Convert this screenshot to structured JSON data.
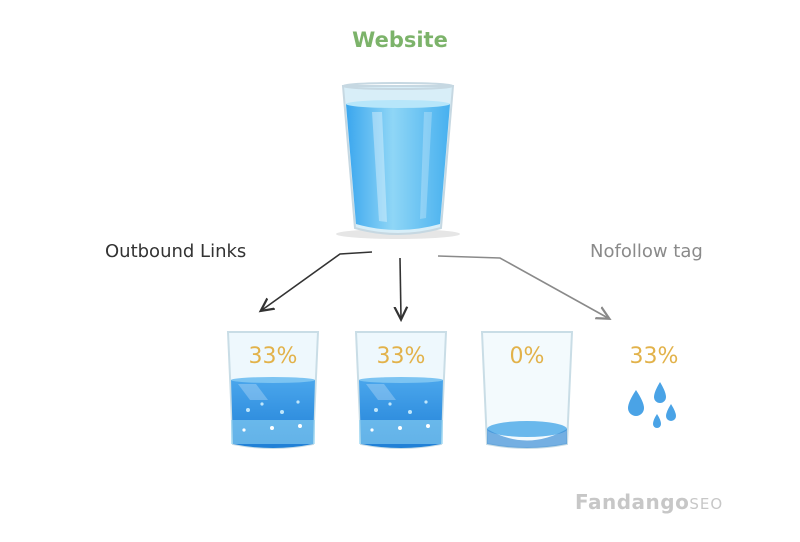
{
  "title": "Website",
  "labels": {
    "outbound": "Outbound Links",
    "nofollow": "Nofollow tag"
  },
  "glasses": [
    {
      "percent": "33%",
      "fill_fraction": 0.45
    },
    {
      "percent": "33%",
      "fill_fraction": 0.45
    },
    {
      "percent": "0%",
      "fill_fraction": 0.0
    },
    {
      "percent": "33%",
      "fill_fraction": 0
    }
  ],
  "brand": {
    "part1": "Fandango",
    "part2": "SEO"
  },
  "colors": {
    "title": "#7cb36a",
    "percent": "#e2b24a",
    "water": "#2f8fe0",
    "water_light": "#8fd3f4",
    "arrow_dark": "#333333",
    "arrow_gray": "#8a8a8a"
  }
}
